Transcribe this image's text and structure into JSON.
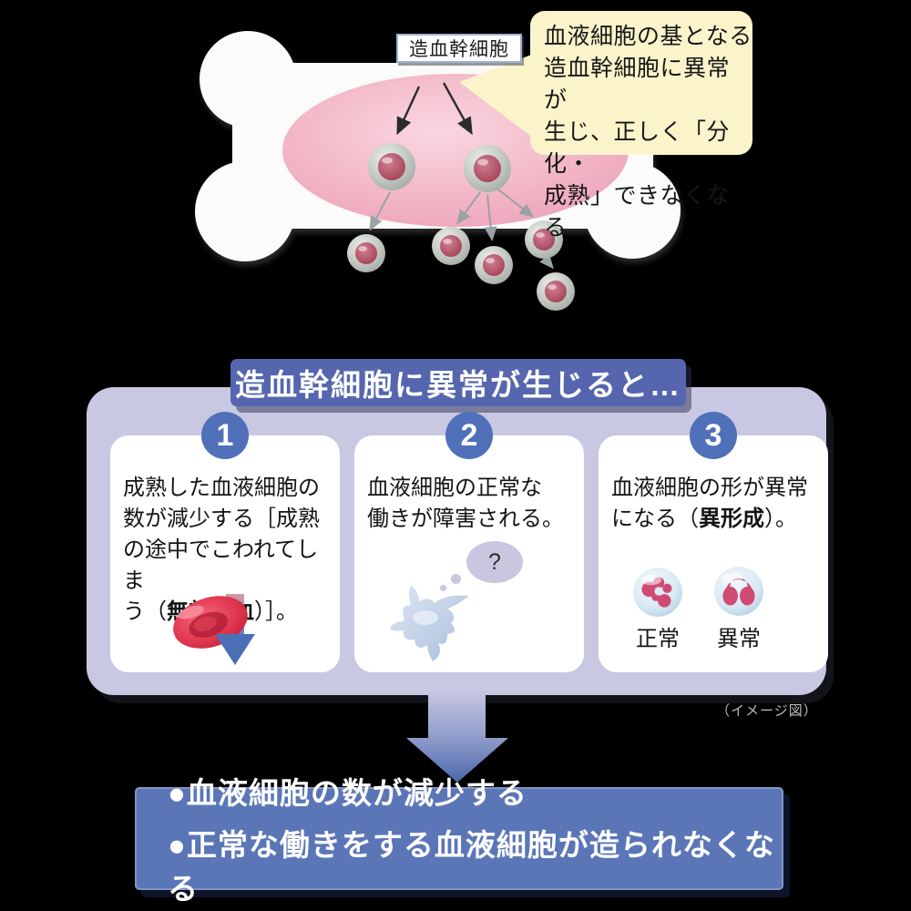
{
  "colors": {
    "header_bg": "#5566ae",
    "container_bg": "#c9c8e3",
    "badge_bg": "#5070ba",
    "conclusion_bg": "#5b76b7",
    "speech_bubble_bg": "#fbf4cb",
    "bone_white": "#fbfbf9",
    "marrow_pink": "#f3b9c9",
    "stem_cell_nucleus": "#a23f54",
    "rbc_red": "#d92a45",
    "wbc_blue": "#d9eaf5",
    "nucleus_pink": "#cf4b72",
    "arrow_blue": "#4b67ab"
  },
  "bone": {
    "label": "造血幹細胞"
  },
  "bubble": {
    "lines": [
      "血液細胞の基となる",
      "造血幹細胞に異常が",
      "生じ、正しく「分化・",
      "成熟」できなくなる"
    ]
  },
  "flow": {
    "header": "造血幹細胞に異常が生じると…",
    "image_note": "（イメージ図）",
    "panels": [
      {
        "number": "1",
        "lines": [
          "成熟した血液細胞の",
          "数が減少する［成熟",
          "の途中でこわれてしま"
        ],
        "last_line": {
          "pre": "う（",
          "bold": "無効造血",
          "post": "）］。"
        }
      },
      {
        "number": "2",
        "lines": [
          "血液細胞の正常な",
          "働きが障害される。"
        ],
        "thought_mark": "?"
      },
      {
        "number": "3",
        "lines": [
          "血液細胞の形が異常"
        ],
        "last_line": {
          "pre": "になる（",
          "bold": "異形成",
          "post": "）。"
        },
        "cell_labels": [
          "正常",
          "異常"
        ]
      }
    ]
  },
  "conclusion": {
    "lines": [
      "●血液細胞の数が減少する",
      "●正常な働きをする血液細胞が造られなくなる"
    ]
  }
}
